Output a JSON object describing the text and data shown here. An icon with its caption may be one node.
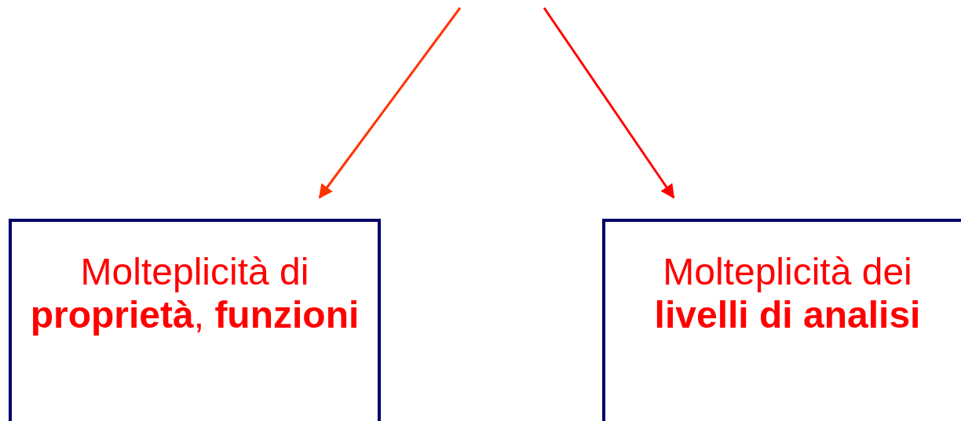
{
  "diagram": {
    "nodes": [
      {
        "text": [
          "Molteplicità di **proprietà**, **funzioni**"
        ]
      },
      {
        "text": [
          "Molteplicità dei **livelli di analisi**"
        ]
      }
    ],
    "edges": [
      {
        "from": null,
        "to": 0,
        "arrow": "to",
        "color": "#ff3300"
      },
      {
        "from": null,
        "to": 1,
        "arrow": "to",
        "color": "#ff0000"
      }
    ]
  }
}
